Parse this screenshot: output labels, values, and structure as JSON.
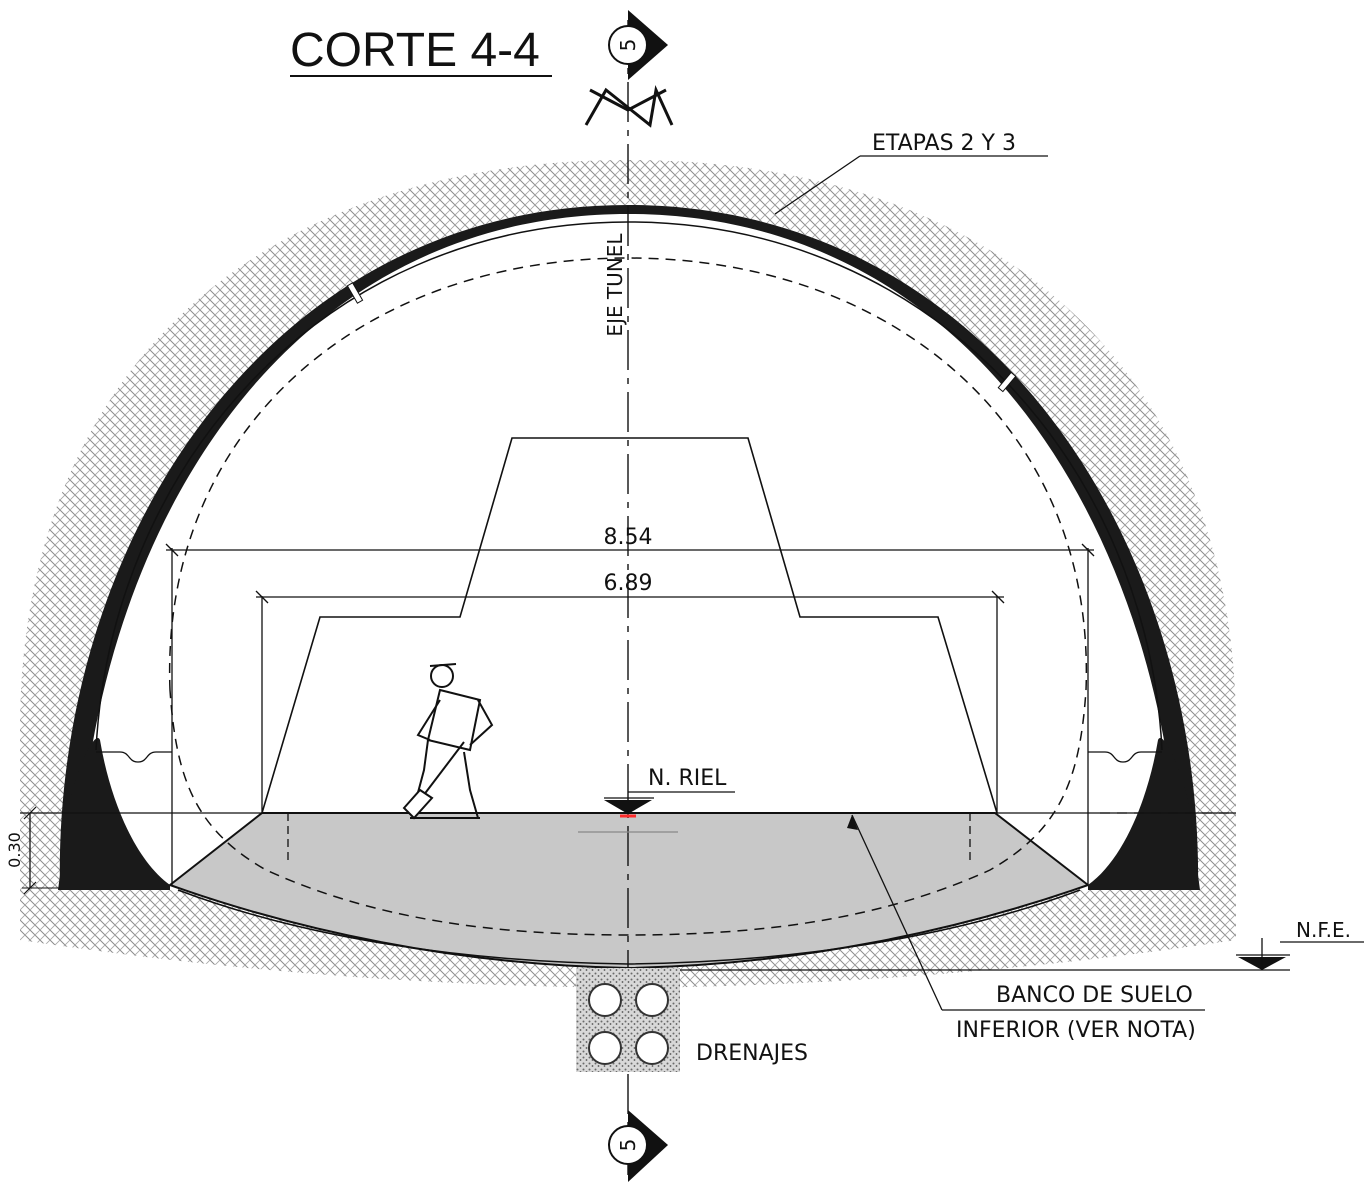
{
  "title": "CORTE 4-4",
  "section_marker": "5",
  "axis_label": "EJE TUNEL",
  "labels": {
    "etapas": "ETAPAS 2 Y 3",
    "rail_level": "N. RIEL",
    "water_level": "N.F.E.",
    "soil_bank_line1": "BANCO DE SUELO",
    "soil_bank_line2": "INFERIOR (VER NOTA)",
    "drains": "DRENAJES",
    "side_dim": "0.30"
  },
  "dimensions": {
    "outer_width": "8.54",
    "inner_width": "6.89"
  },
  "colors": {
    "line": "#111111",
    "lining": "#1a1a1a",
    "invert_fill": "#c8c8c8",
    "hatch": "#8c8c8c",
    "rail_mark": "#ff2a2a"
  }
}
